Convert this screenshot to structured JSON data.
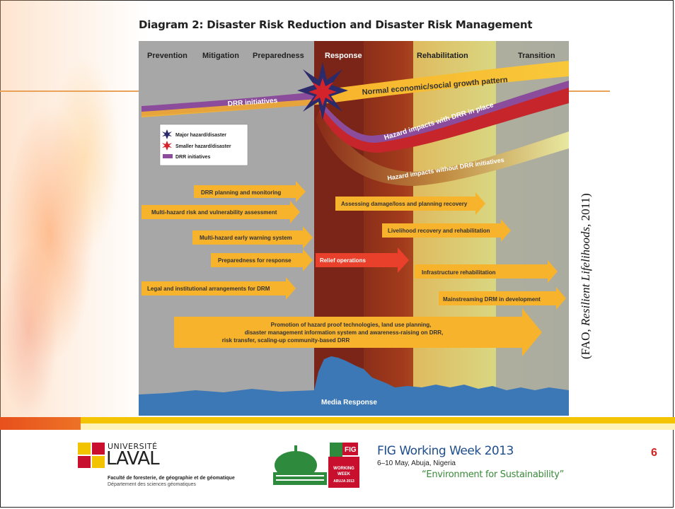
{
  "slide": {
    "title": "Diagram 2: Disaster Risk Reduction and Disaster Risk Management",
    "page_number": "6",
    "citation_pre": "(FAO, ",
    "citation_italic": "Resilient Lifelihoods",
    "citation_post": ", 2011)"
  },
  "diagram": {
    "phases": [
      "Prevention",
      "Mitigation",
      "Preparedness",
      "Response",
      "Rehabilitation",
      "Transition"
    ],
    "curves": {
      "normal": "Normal economic/social growth pattern",
      "drr": "DRR initiatives",
      "with_drr": "Hazard impacts with DRR in place",
      "without_drr": "Hazard impacts without DRR initiatives"
    },
    "legend": [
      {
        "label": "Major hazard/disaster",
        "color": "#2b2a6b"
      },
      {
        "label": "Smaller hazard/disaster",
        "color": "#d4232a"
      },
      {
        "label": "DRR initiatives",
        "color": "#8a4c9b"
      }
    ],
    "arrows": {
      "a1": "DRR planning and monitoring",
      "a2": "Multi-hazard risk and vulnerability assessment",
      "a3": "Multi-hazard early warning system",
      "a4": "Preparedness for response",
      "a5": "Legal and institutional arrangements for DRM",
      "a6": "Assessing damage/loss and planning recovery",
      "a7": "Livelihood recovery and rehabilitation",
      "a8": "Relief operations",
      "a9": "Infrastructure rehabilitation",
      "a10": "Mainstreaming DRM in development",
      "big1": "Promotion of hazard proof technologies, land use planning,",
      "big2": "disaster management information system and awareness-raising on DRR,",
      "big3": "risk transfer, scaling-up community-based DRR"
    },
    "media": "Media Response",
    "colors": {
      "gray": "#a7a7a7",
      "response": "#7a2518",
      "arrow": "#f7b32b",
      "relief": "#e8402a",
      "media": "#3c78b5"
    }
  },
  "footer": {
    "univ_small": "UNIVERSITÉ",
    "univ_name": "LAVAL",
    "faculty": "Faculté de foresterie, de géographie et de géomatique",
    "department": "Département des sciences géomatiques",
    "fig_title": "FIG Working Week 2013",
    "fig_date": "6–10 May, Abuja, Nigeria",
    "fig_theme": "“Environment for Sustainability”",
    "logo_text": "FIG",
    "logo_sub1": "WORKING",
    "logo_sub2": "WEEK",
    "logo_sub3": "ABUJA 2013"
  }
}
